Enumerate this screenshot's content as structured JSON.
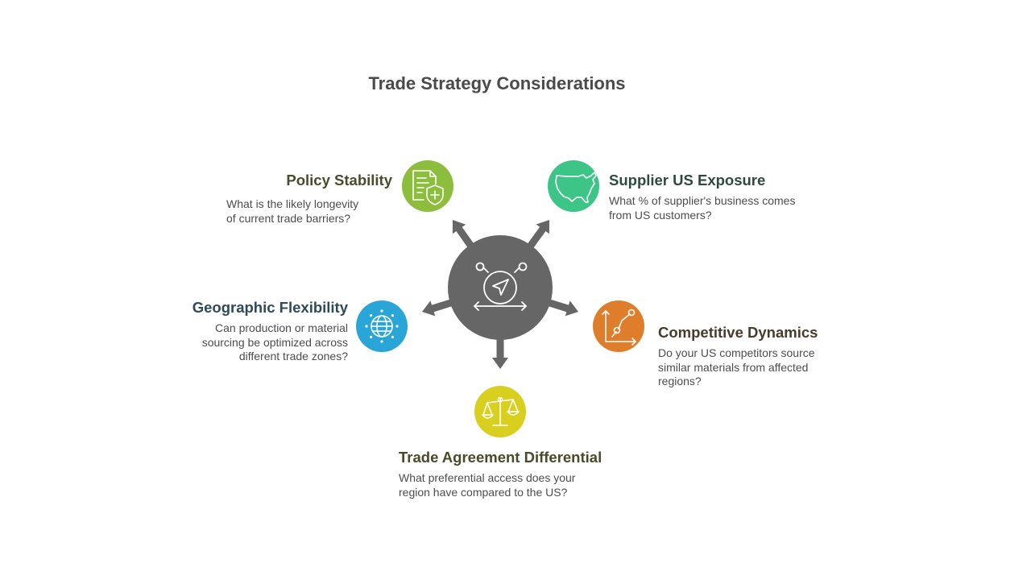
{
  "title": "Trade Strategy Considerations",
  "colors": {
    "hub": "#666666",
    "arrow": "#666666",
    "policy": "#8cbd3c",
    "supplier": "#3dc487",
    "geographic": "#2aa5d8",
    "competitive": "#df7e2a",
    "trade_agreement": "#d8cf1e",
    "heading_policy": "#4b4c2c",
    "heading_supplier": "#2e4a40",
    "heading_geographic": "#2f4a58",
    "heading_competitive": "#4a3a2a",
    "heading_trade": "#4a4a2a"
  },
  "icons": {
    "hub": "navigation-compass-icon",
    "policy": "document-shield-icon",
    "supplier": "us-map-icon",
    "geographic": "globe-icon",
    "competitive": "line-chart-icon",
    "trade_agreement": "balance-scale-icon"
  },
  "items": {
    "policy": {
      "heading": "Policy Stability",
      "desc_line1": "What is the likely longevity",
      "desc_line2": "of current trade barriers?"
    },
    "supplier": {
      "heading": "Supplier US Exposure",
      "desc_line1": "What % of supplier's business comes",
      "desc_line2": "from US customers?"
    },
    "geographic": {
      "heading": "Geographic Flexibility",
      "desc_line1": "Can production or material",
      "desc_line2": "sourcing be optimized across",
      "desc_line3": "different trade zones?"
    },
    "competitive": {
      "heading": "Competitive Dynamics",
      "desc_line1": "Do your US competitors source",
      "desc_line2": "similar materials from affected",
      "desc_line3": "regions?"
    },
    "trade_agreement": {
      "heading": "Trade Agreement Differential",
      "desc_line1": "What preferential access does your",
      "desc_line2": "region have compared to the US?"
    }
  }
}
